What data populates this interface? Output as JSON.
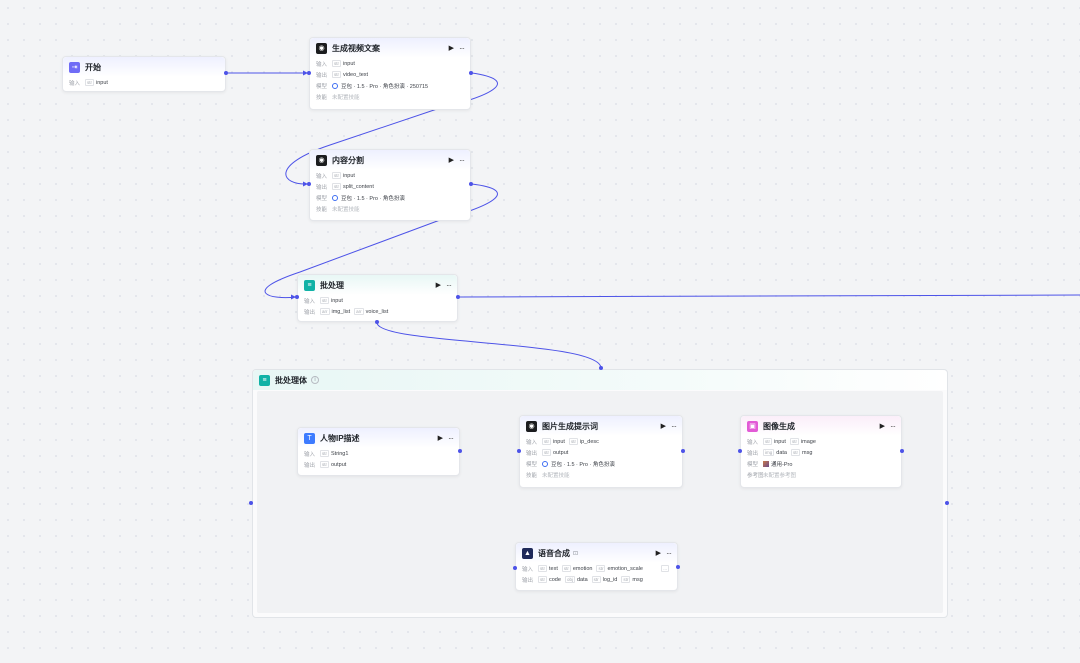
{
  "nodes": {
    "start": {
      "title": "开始",
      "row1_label": "输入",
      "row1_tags": [
        {
          "t": "str",
          "v": "input"
        }
      ]
    },
    "gen_copy": {
      "title": "生成视频文案",
      "input_label": "输入",
      "input_tags": [
        {
          "t": "str",
          "v": "input"
        }
      ],
      "output_label": "输出",
      "output_tags": [
        {
          "t": "str",
          "v": "video_text"
        }
      ],
      "model_label": "模型",
      "model_text": "豆包 · 1.5 · Pro · 角色扮演 · 250715",
      "skill_label": "技能",
      "skill_text": "未配置技能"
    },
    "split": {
      "title": "内容分割",
      "input_label": "输入",
      "input_tags": [
        {
          "t": "str",
          "v": "input"
        }
      ],
      "output_label": "输出",
      "output_tags": [
        {
          "t": "str",
          "v": "split_content"
        }
      ],
      "model_label": "模型",
      "model_text": "豆包 · 1.5 · Pro · 角色扮演",
      "skill_label": "技能",
      "skill_text": "未配置技能"
    },
    "batch": {
      "title": "批处理",
      "input_label": "输入",
      "input_tags": [
        {
          "t": "str",
          "v": "input"
        }
      ],
      "output_label": "输出",
      "output_tags": [
        {
          "t": "arr",
          "v": "img_list"
        },
        {
          "t": "arr",
          "v": "voice_list"
        }
      ]
    },
    "batch_body": {
      "title": "批处理体",
      "info": "i"
    },
    "ip_desc": {
      "title": "人物IP描述",
      "input_label": "输入",
      "input_tags": [
        {
          "t": "str",
          "v": "String1"
        }
      ],
      "output_label": "输出",
      "output_tags": [
        {
          "t": "str",
          "v": "output"
        }
      ]
    },
    "img_prompt": {
      "title": "图片生成提示词",
      "input_label": "输入",
      "input_tags": [
        {
          "t": "str",
          "v": "input"
        },
        {
          "t": "str",
          "v": "ip_desc"
        }
      ],
      "output_label": "输出",
      "output_tags": [
        {
          "t": "str",
          "v": "output"
        }
      ],
      "model_label": "模型",
      "model_text": "豆包 · 1.5 · Pro · 角色扮演",
      "skill_label": "技能",
      "skill_text": "未配置技能"
    },
    "img_gen": {
      "title": "图像生成",
      "input_label": "输入",
      "input_tags": [
        {
          "t": "str",
          "v": "input"
        },
        {
          "t": "str",
          "v": "image"
        }
      ],
      "output_label": "输出",
      "output_tags": [
        {
          "t": "img",
          "v": "data"
        },
        {
          "t": "str",
          "v": "msg"
        }
      ],
      "model_label": "模型",
      "model_text": "通用-Pro",
      "ref_label": "参考图",
      "ref_text": "未配置参考图"
    },
    "tts": {
      "title": "语音合成",
      "badge": "⊡",
      "input_label": "输入",
      "input_tags": [
        {
          "t": "str",
          "v": "text"
        },
        {
          "t": "str",
          "v": "emotion"
        },
        {
          "t": "str",
          "v": "emotion_scale"
        }
      ],
      "input_more": "...",
      "output_label": "输出",
      "output_tags": [
        {
          "t": "str",
          "v": "code"
        },
        {
          "t": "obj",
          "v": "data"
        },
        {
          "t": "str",
          "v": "log_id"
        },
        {
          "t": "str",
          "v": "msg"
        }
      ]
    }
  },
  "icons": {
    "run": "▶",
    "more": "···"
  },
  "colors": {
    "edge": "#4d53e8",
    "accent": "#6f6cf6"
  }
}
